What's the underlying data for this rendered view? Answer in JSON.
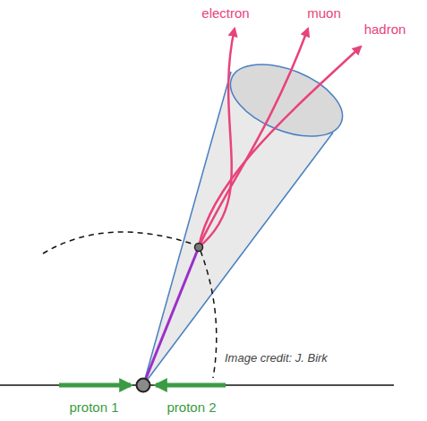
{
  "diagram": {
    "labels": [
      "electron",
      "muon",
      "hadron",
      "proton 1",
      "proton 2",
      "Image credit: J. Birk"
    ]
  }
}
